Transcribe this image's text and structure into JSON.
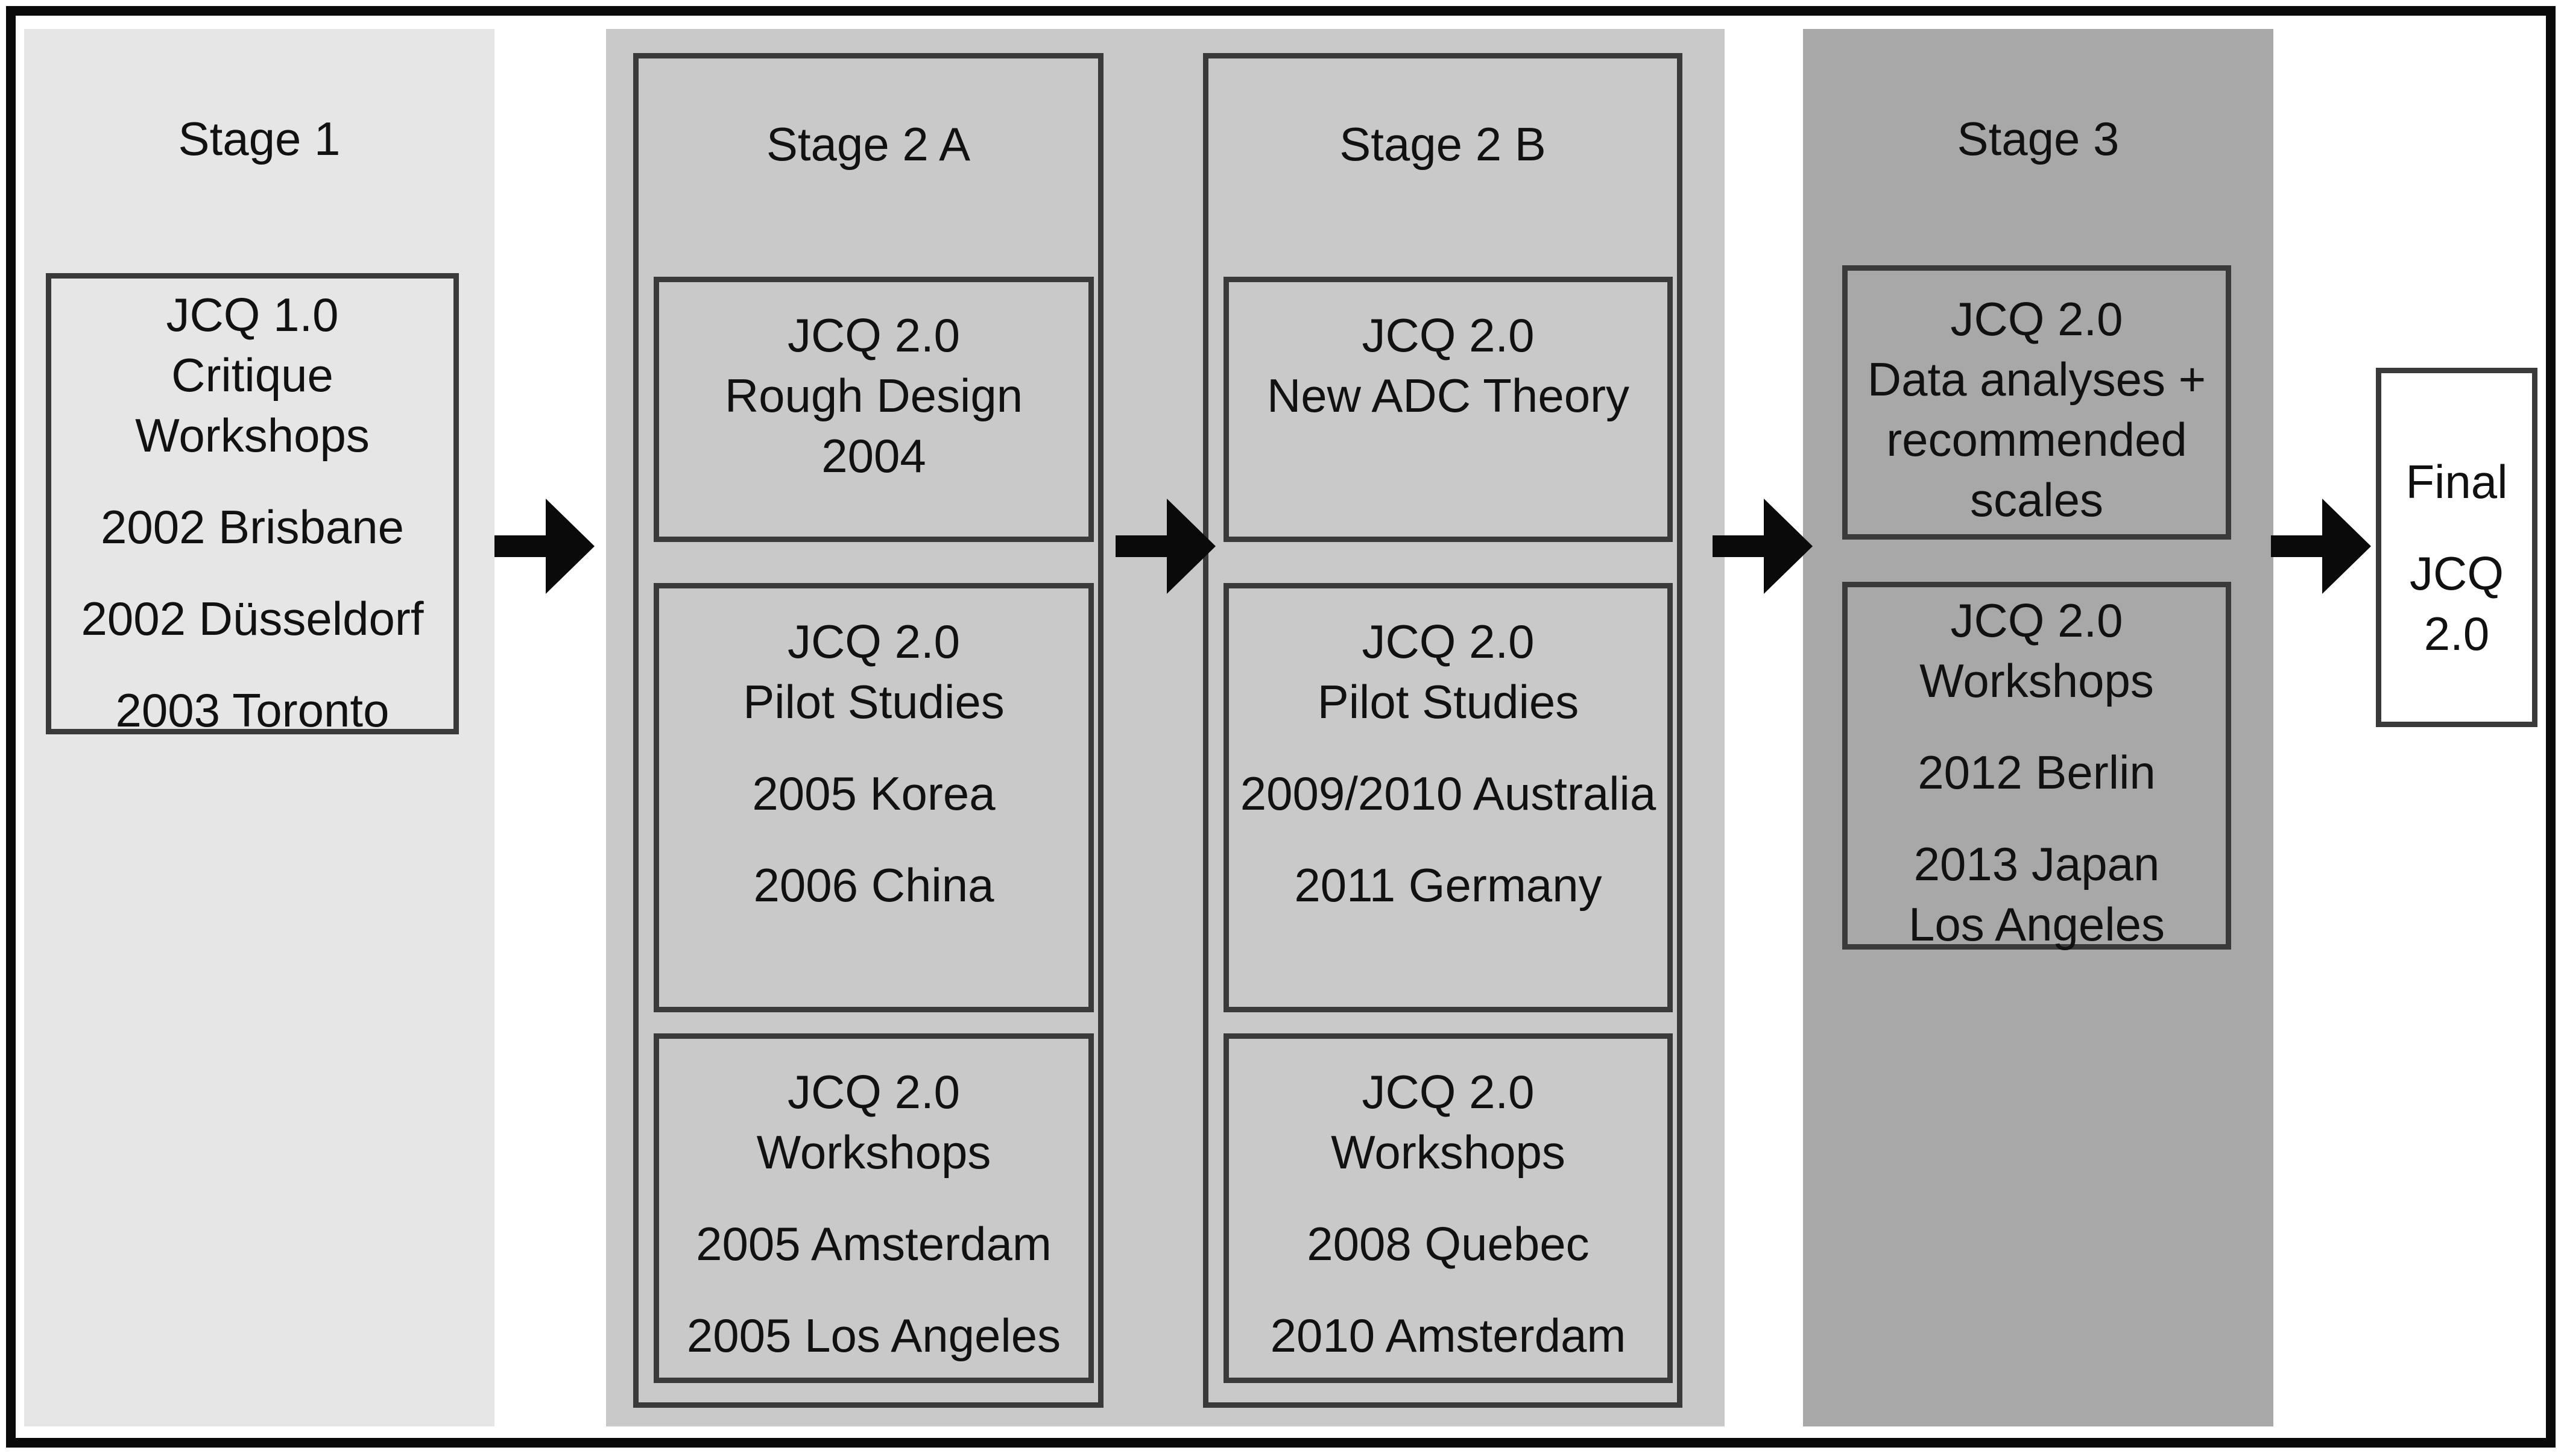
{
  "colors": {
    "page-bg": "#ffffff",
    "frame": "#0a0a0a",
    "stage1-fill": "#e6e6e6",
    "stage2-fill": "#c9c9c9",
    "stage3-fill": "#a8a8a8",
    "box-border": "#3a3a3a",
    "final-fill": "#ffffff",
    "arrow": "#0a0a0a",
    "text": "#111111"
  },
  "stage1": {
    "title": "Stage 1",
    "box1": [
      "JCQ 1.0",
      "Critique",
      "Workshops",
      "",
      "2002 Brisbane",
      "",
      "2002 Düsseldorf",
      "",
      "2003 Toronto"
    ]
  },
  "stage2a": {
    "title": "Stage 2 A",
    "box1": [
      "JCQ 2.0",
      "Rough Design",
      "2004"
    ],
    "box2": [
      "JCQ 2.0",
      "Pilot Studies",
      "",
      "2005 Korea",
      "",
      "2006 China"
    ],
    "box3": [
      "JCQ 2.0",
      "Workshops",
      "",
      "2005 Amsterdam",
      "",
      "2005 Los Angeles"
    ]
  },
  "stage2b": {
    "title": "Stage 2 B",
    "box1": [
      "JCQ 2.0",
      "New ADC Theory"
    ],
    "box2": [
      "JCQ 2.0",
      "Pilot Studies",
      "",
      "2009/2010 Australia",
      "",
      "2011 Germany"
    ],
    "box3": [
      "JCQ 2.0",
      "Workshops",
      "",
      "2008 Quebec",
      "",
      "2010 Amsterdam"
    ]
  },
  "stage3": {
    "title": "Stage 3",
    "box1": [
      "JCQ 2.0",
      "Data analyses +",
      "recommended",
      "scales"
    ],
    "box2": [
      "JCQ 2.0",
      "Workshops",
      "",
      "2012 Berlin",
      "",
      "2013 Japan",
      "Los Angeles"
    ]
  },
  "final": {
    "box": [
      "Final",
      "",
      "JCQ",
      "2.0"
    ]
  }
}
